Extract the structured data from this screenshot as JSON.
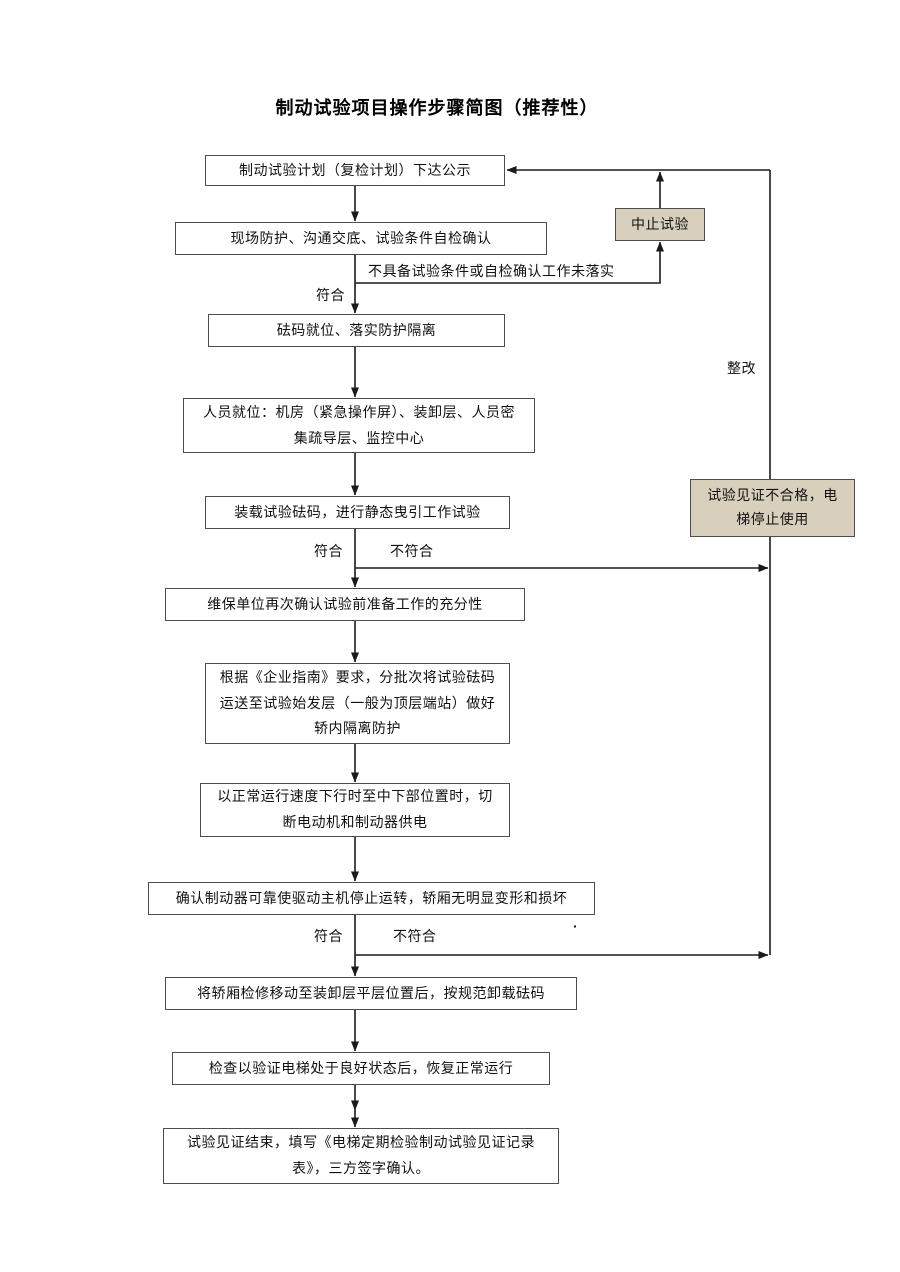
{
  "title": "制动试验项目操作步骤简图（推荐性）",
  "steps": [
    {
      "label": "制动试验计划（复检计划）下达公示"
    },
    {
      "label": "现场防护、沟通交底、试验条件自检确认"
    },
    {
      "label": "砝码就位、落实防护隔离"
    },
    {
      "label": "人员就位：机房（紧急操作屏）、装卸层、人员密集疏导层、监控中心"
    },
    {
      "label": "装载试验砝码，进行静态曳引工作试验"
    },
    {
      "label": "维保单位再次确认试验前准备工作的充分性"
    },
    {
      "label": "根据《企业指南》要求，分批次将试验砝码运送至试验始发层（一般为顶层端站）做好轿内隔离防护"
    },
    {
      "label": "以正常运行速度下行时至中下部位置时，切断电动机和制动器供电"
    },
    {
      "label": "确认制动器可靠使驱动主机停止运转，轿厢无明显变形和损坏"
    },
    {
      "label": "将轿厢检修移动至装卸层平层位置后，按规范卸载砝码"
    },
    {
      "label": "检查以验证电梯处于良好状态后，恢复正常运行"
    },
    {
      "label": "试验见证结束，填写《电梯定期检验制动试验见证记录表》，三方签字确认。"
    }
  ],
  "side_boxes": {
    "abort": "中止试验",
    "fail_stop": "试验见证不合格，电梯停止使用"
  },
  "edge_labels": {
    "not_ready": "不具备试验条件或自检确认工作未落实",
    "comply": "符合",
    "not_comply": "不符合",
    "rectify": "整改",
    "stray_mark": "·"
  },
  "colors": {
    "highlight_box_bg": "#d8d0bc",
    "box_border": "#4d4d4d",
    "line": "#1a1a1a"
  }
}
